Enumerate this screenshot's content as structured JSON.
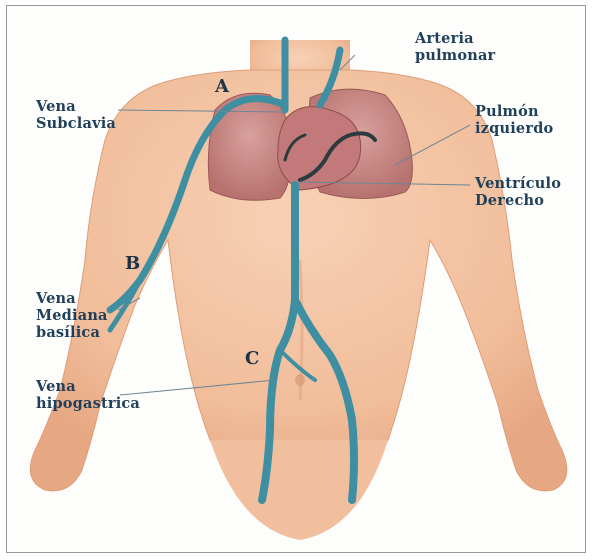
{
  "labels": {
    "arteria": [
      "Arteria",
      "pulmonar"
    ],
    "subclavia": [
      "Vena",
      "Subclavia"
    ],
    "pulmon": [
      "Pulmón",
      "izquierdo"
    ],
    "ventriculo": [
      "Ventrículo",
      "Derecho"
    ],
    "mediana": [
      "Vena",
      "Mediana",
      "basílica"
    ],
    "hipogastrica": [
      "Vena",
      "hipogastrica"
    ]
  },
  "letters": {
    "a": "A",
    "b": "B",
    "c": "C"
  },
  "colors": {
    "skin": "#f4c5a4",
    "skin_shadow": "#e3a47f",
    "vein": "#3f8fa3",
    "lung": "#c98a86",
    "heart": "#b86c6c",
    "label": "#1f3f5a"
  }
}
